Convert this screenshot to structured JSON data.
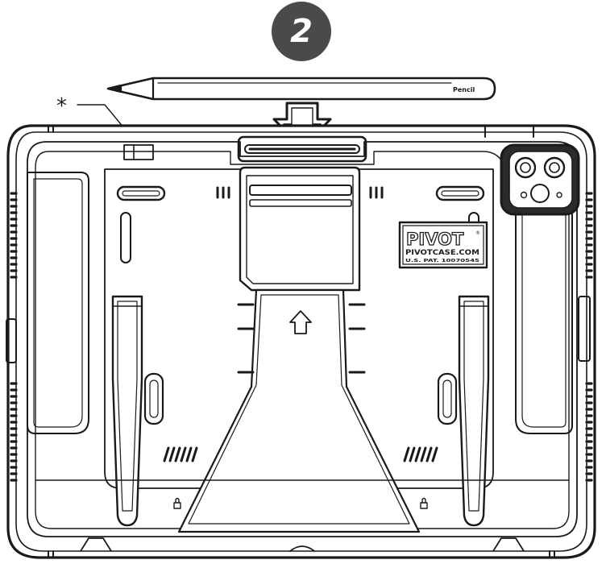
{
  "step": {
    "number": "2"
  },
  "callout": {
    "marker": "*"
  },
  "pencil": {
    "brand": "Pencil"
  },
  "logo": {
    "brand": "PIVOT",
    "trademark": "®",
    "url": "PIVOTCASE.COM",
    "patent": "U.S. PAT. 10070545"
  },
  "colors": {
    "badge": "#4a4a4a",
    "line": "#1a1a1a",
    "case_fill": "#ffffff",
    "camera_fill": "#2b2b2b"
  }
}
